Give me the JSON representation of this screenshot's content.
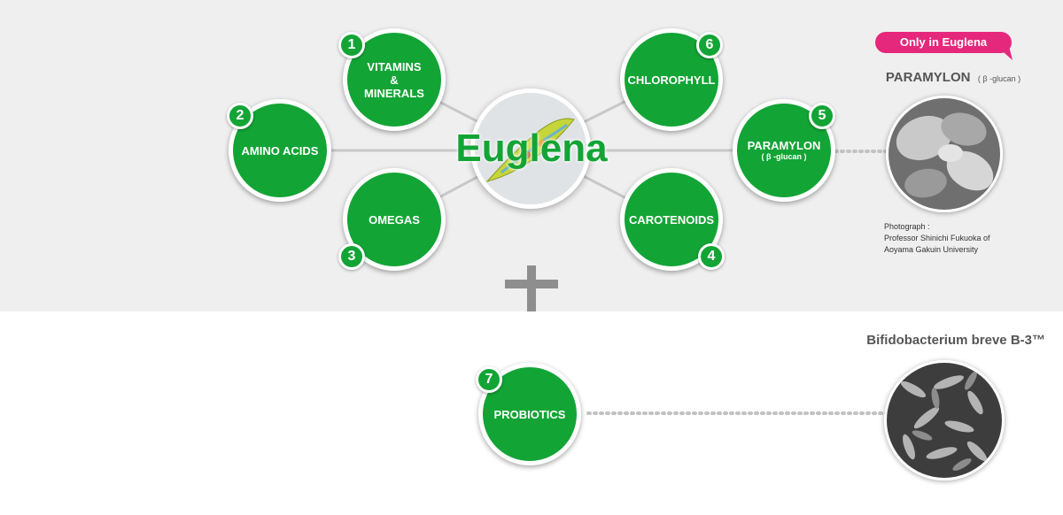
{
  "center": {
    "title": "Euglena"
  },
  "nutrients": [
    {
      "number": "1",
      "label": "VITAMINS\n&\nMINERALS"
    },
    {
      "number": "2",
      "label": "AMINO ACIDS"
    },
    {
      "number": "3",
      "label": "OMEGAS"
    },
    {
      "number": "4",
      "label": "CAROTENOIDS"
    },
    {
      "number": "5",
      "label": "PARAMYLON",
      "sublabel": "( β -glucan )"
    },
    {
      "number": "6",
      "label": "CHLOROPHYLL"
    }
  ],
  "paramylon_panel": {
    "callout": "Only in Euglena",
    "title": "PARAMYLON",
    "subtitle": "( β -glucan )",
    "credit_lines": [
      "Photograph :",
      "Professor Shinichi Fukuoka of",
      "Aoyama Gakuin University"
    ]
  },
  "probiotics": {
    "number": "7",
    "label": "PROBIOTICS"
  },
  "bifido": {
    "title": "Bifidobacterium breve B-3™"
  },
  "colors": {
    "node_green": "#13a436",
    "callout_pink": "#e5287c",
    "top_panel": "#efefef"
  }
}
